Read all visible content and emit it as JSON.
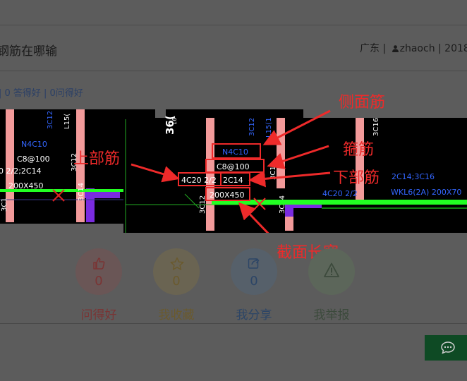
{
  "article": {
    "title": "钢筋在哪输",
    "meta_region": "广东 | ",
    "meta_user": "zhaoch",
    "meta_date": " | 2018-"
  },
  "stats": {
    "text": "| 0 答得好 | 0问得好"
  },
  "cad": {
    "left_labels": {
      "n4c10": "N4C10",
      "c8": "C8@100",
      "top_bars": "0 2/2;2C14",
      "section": "200X450",
      "col_a": "3C12",
      "col_b": "L15(",
      "col_c": "3C12",
      "col_d": "3C14",
      "col_e": "3C1"
    },
    "mid_labels": {
      "big": "36(",
      "big_sub": "16",
      "col_a": "3C12",
      "col_b": "L15(1",
      "col_c": "3C1",
      "col_d": "3C12",
      "col_e": "3C14"
    },
    "boxed": {
      "side": "N4C10",
      "stirrup": "C8@100",
      "top": "4C20 2/2",
      "bottom": "2C14",
      "section": "200X450"
    },
    "right_labels": {
      "c16": "3C16",
      "bars": "2C14;3C16",
      "beam": "4C20 2/2",
      "wkl": "WKL6(2A) 200X70"
    },
    "annotations": {
      "side_bar": "侧面筋",
      "stirrup": "箍筋",
      "top_bar": "上部筋",
      "bottom_bar": "下部筋",
      "section": "截面长宽"
    },
    "colors": {
      "annotation_red": "#ee2a2a",
      "beam_green": "#22ff22",
      "label_blue": "#3366ff",
      "column_pink": "#f29a9a",
      "purple": "#7a2be0"
    }
  },
  "actions": [
    {
      "name": "like",
      "count": "0",
      "label": "问得好",
      "icon": "thumbs-up-icon",
      "color": "#7a3434",
      "bg": "#6a5656"
    },
    {
      "name": "favorite",
      "count": "0",
      "label": "我收藏",
      "icon": "star-icon",
      "color": "#6a5a2e",
      "bg": "#6a6452"
    },
    {
      "name": "share",
      "count": "0",
      "label": "我分享",
      "icon": "share-icon",
      "color": "#2c4566",
      "bg": "#56606a"
    },
    {
      "name": "report",
      "count": "",
      "label": "我举报",
      "icon": "warning-icon",
      "color": "#3c4a3c",
      "bg": "#5c665a"
    }
  ]
}
